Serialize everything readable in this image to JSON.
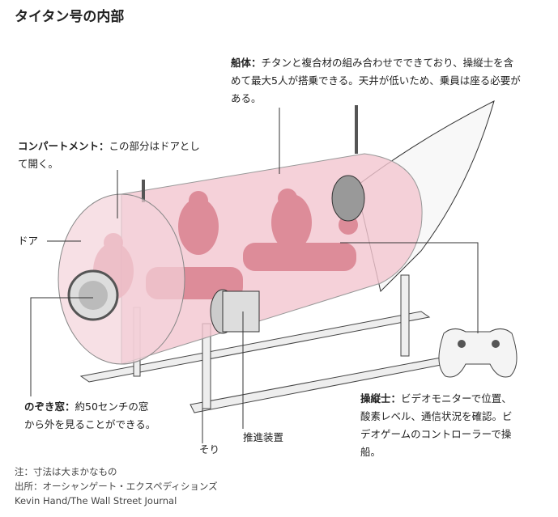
{
  "title": "タイタン号の内部",
  "labels": {
    "hull": {
      "head": "船体：",
      "body": "チタンと複合材の組み合わせでできており、操縦士を含めて最大5人が搭乗できる。天井が低いため、乗員は座る必要がある。"
    },
    "compartment": {
      "head": "コンパートメント：",
      "body": "この部分はドアとして開く。"
    },
    "door": "ドア",
    "window": {
      "head": "のぞき窓：",
      "body": "約50センチの窓から外を見ることができる。"
    },
    "sled": "そり",
    "thruster": "推進装置",
    "pilot": {
      "head": "操縦士：",
      "body": "ビデオモニターで位置、酸素レベル、通信状況を確認。ビデオゲームのコントローラーで操船。"
    }
  },
  "notes": {
    "note": "注：寸法は大まかなもの",
    "source": "出所：オーシャンゲート・エクスペディションズ",
    "credit": "Kevin Hand/The Wall Street Journal"
  },
  "colors": {
    "hull": "#f2c6cf",
    "crew": "#d9808f"
  }
}
